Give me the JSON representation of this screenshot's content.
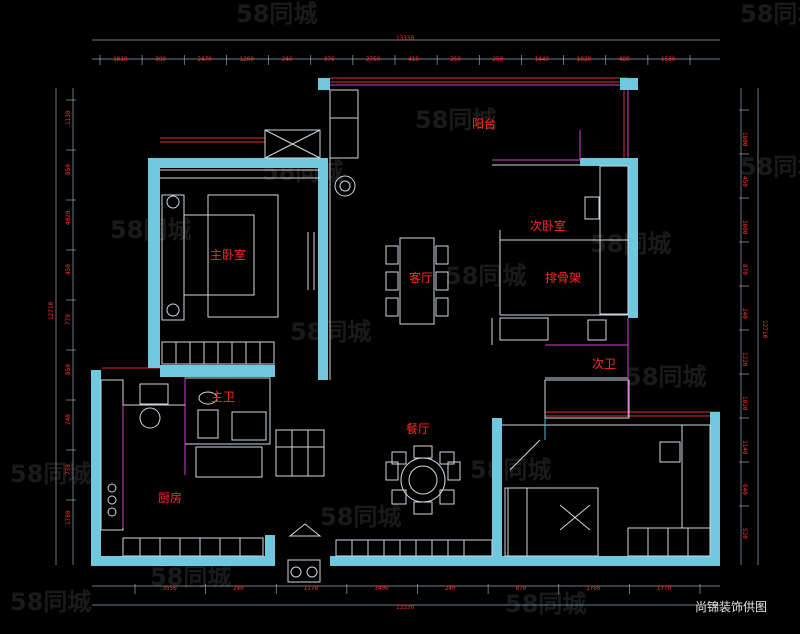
{
  "rooms": {
    "balcony": "阳台",
    "master_bedroom": "主卧室",
    "living_room": "客厅",
    "second_bedroom": "次卧室",
    "bone_rack": "排骨架",
    "second_bath": "次卫",
    "master_bath": "主卫",
    "dining_room": "餐厅",
    "kitchen": "厨房"
  },
  "dims": {
    "top_total": "13330",
    "top_segments": [
      "1010",
      "380",
      "2470",
      "1200",
      "240",
      "370",
      "2750",
      "410",
      "250",
      "250",
      "1440",
      "1020",
      "480",
      "1530"
    ],
    "bottom_segments": [
      "3550",
      "240",
      "1170",
      "3400",
      "240",
      "870",
      "1760",
      "1770"
    ],
    "bottom_total": "13330",
    "left_segments": [
      "1130",
      "850",
      "4020",
      "450",
      "770",
      "850",
      "240",
      "770",
      "1780"
    ],
    "left_total": "12710",
    "right_segments": [
      "1800",
      "450",
      "3000",
      "870",
      "240",
      "1220",
      "1020",
      "1140",
      "640",
      "520"
    ],
    "right_total": "12710"
  },
  "watermark": "58同城",
  "caption": "尚锦装饰供图"
}
